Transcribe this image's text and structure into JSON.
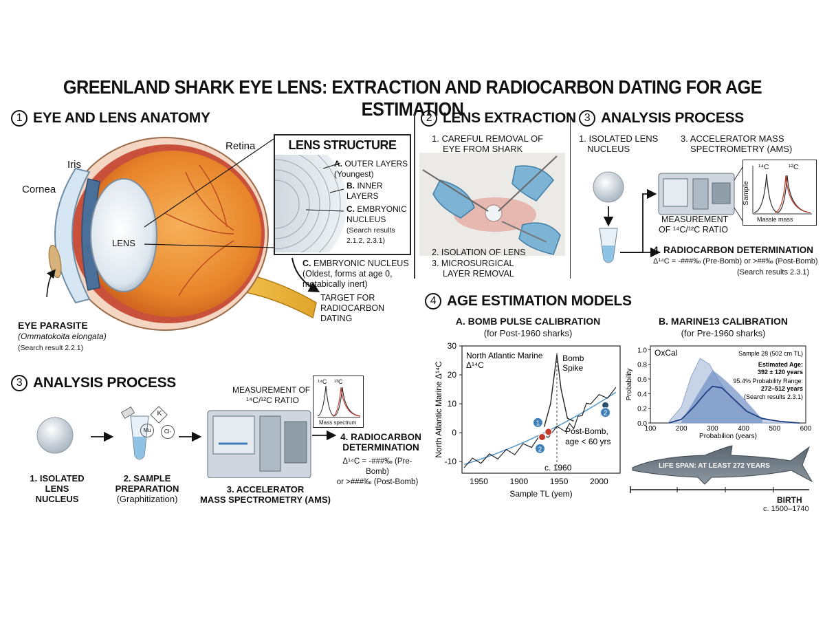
{
  "title": "GREENLAND SHARK EYE LENS: EXTRACTION AND RADIOCARBON DATING FOR AGE ESTIMATION",
  "sec1": {
    "num": "1",
    "title": "EYE AND LENS ANATOMY",
    "labels": {
      "retina": "Retina",
      "iris": "Iris",
      "cornea": "Cornea",
      "lens": "LENS"
    },
    "lens_structure": {
      "title": "LENS STRUCTURE",
      "a_key": "A.",
      "a_text": "OUTER LAYERS",
      "a_sub": "(Youngest)",
      "b_key": "B.",
      "b_text": "INNER",
      "b_text2": "LAYERS",
      "c_key": "C.",
      "c_text": "EMBRYONIC",
      "c_text2": "NUCLEUS",
      "c_sub": "(Search results",
      "c_sub2": "2.1.2, 2.3.1)"
    },
    "nucleus_note": {
      "key": "C.",
      "text": "EMBRYONIC NUCLEUS",
      "sub1": "(Oldest, forms at age 0,",
      "sub2": "metabically inert)"
    },
    "target": [
      "TARGET FOR",
      "RADIOCARBON",
      "DATING"
    ],
    "parasite": {
      "title": "EYE PARASITE",
      "species": "(Ommatokoita elongata)",
      "ref": "(Search result 2.2.1)"
    }
  },
  "sec2": {
    "num": "2",
    "title": "LENS EXTRACTION",
    "step1": [
      "1. CAREFUL REMOVAL OF",
      "EYE FROM SHARK"
    ],
    "step2": "2. ISOLATION OF LENS",
    "step3": [
      "3. MICROSURGICAL",
      "LAYER REMOVAL"
    ]
  },
  "sec3top": {
    "num": "3",
    "title": "ANALYSIS PROCESS",
    "step1": [
      "1. ISOLATED LENS",
      "NUCLEUS"
    ],
    "step3": [
      "3. ACCELERATOR MASS",
      "SPECTROMETRY (AMS)"
    ],
    "spectrum": {
      "c14": "¹⁴C",
      "c12": "¹²C",
      "ylabel": "Sample",
      "xlabel": "Massle mass"
    },
    "measurement": [
      "MEASUREMENT",
      "OF ¹⁴C/¹²C RATIO"
    ],
    "step4": "4. RADIOCARBON DETERMINATION",
    "formula": "Δ¹⁴C = -###‰ (Pre-Bomb) or >##‰ (Post-Bomb)",
    "ref": "(Search results 2.3.1)"
  },
  "sec3bottom": {
    "num": "3",
    "title": "ANALYSIS PROCESS",
    "step1": [
      "1. ISOLATED",
      "LENS NUCLEUS"
    ],
    "step2": [
      "2. SAMPLE",
      "PREPARATION"
    ],
    "step2_sub": "(Graphitization)",
    "chem": [
      "K",
      "Cl-",
      "Mu"
    ],
    "step3": [
      "3. ACCELERATOR",
      "MASS SPECTROMETRY (AMS)"
    ],
    "measurement": [
      "MEASUREMENT OF",
      "¹⁴C/¹²C RATIO"
    ],
    "spectrum": {
      "c14": "¹⁴C",
      "c12": "¹³C",
      "xlabel": "Mass spectrum"
    },
    "step4": [
      "4. RADIOCARBON",
      "DETERMINATION"
    ],
    "formula": [
      "Δ¹⁴C = -###‰ (Pre-Bomb)",
      "or >###‰ (Post-Bomb)"
    ]
  },
  "sec4": {
    "num": "4",
    "title": "AGE ESTIMATION MODELS",
    "a_title": "A.  BOMB PULSE CALIBRATION",
    "a_sub": "(for Post-1960 sharks)",
    "b_title": "B.  MARINE13 CALIBRATION",
    "b_sub": "(for Pre-1960 sharks)",
    "life_span": "LIFE SPAN: AT LEAST 272 YEARS",
    "birth": "BIRTH",
    "birth_range": "c. 1500–1740"
  },
  "chart_data": [
    {
      "type": "line",
      "title": "A.  BOMB PULSE CALIBRATION",
      "xlabel": "Sample TL (yem)",
      "ylabel": "North Atlantic Marine Δ¹⁴C",
      "inset_label": [
        "North Atlantic Marine",
        "Δ¹⁴C"
      ],
      "xlim": [
        1925,
        2000
      ],
      "ylim": [
        -14,
        30
      ],
      "xticks": [
        1950,
        1900,
        1950,
        2000
      ],
      "yticks": [
        30,
        20,
        10,
        0,
        -10
      ],
      "annotations": {
        "bomb": [
          "Bomb",
          "Spike"
        ],
        "post": [
          "Post-Bomb,",
          "age < 60 yrs"
        ],
        "c1960": "c. 1960"
      },
      "series": [
        {
          "x": [
            1926,
            1930,
            1934,
            1938,
            1942,
            1946,
            1950,
            1954,
            1958,
            1962,
            1966,
            1970,
            1974,
            1976,
            1978,
            1980,
            1982,
            1984,
            1986,
            1990,
            1994,
            1998
          ],
          "values": [
            -11,
            -10,
            -9.5,
            -8.5,
            -8,
            -7,
            -6.5,
            -5,
            -4,
            -2,
            -0.5,
            1,
            1.5,
            2,
            2.5,
            4.5,
            7,
            9,
            11,
            12,
            13,
            14.5
          ]
        }
      ],
      "spike": {
        "x": [
          1964,
          1967,
          1970,
          1972,
          1975,
          1978
        ],
        "values": [
          2,
          10,
          27,
          15,
          5,
          4
        ]
      },
      "markers": [
        {
          "x": 1966,
          "y": 0.3,
          "label": "",
          "color": "#c0392b"
        },
        {
          "x": 1963,
          "y": -1.5,
          "label": "",
          "color": "#c0392b"
        },
        {
          "x": 1961,
          "y": 3.5,
          "label": "1",
          "color": "#3d7fb8"
        },
        {
          "x": 1962,
          "y": -5.5,
          "label": "2",
          "color": "#3d7fb8"
        },
        {
          "x": 1993,
          "y": 9.5,
          "label": "",
          "color": "#2b4e6b"
        },
        {
          "x": 1993,
          "y": 7,
          "label": "2",
          "color": "#3d7fb8"
        }
      ]
    },
    {
      "type": "area",
      "title": "B.  MARINE13 CALIBRATION",
      "xlabel": "Probabilion (years)",
      "ylabel": "Probability",
      "inset_label": "OxCal",
      "xlim": [
        100,
        600
      ],
      "ylim": [
        0,
        1.05
      ],
      "xticks": [
        100,
        200,
        300,
        400,
        500,
        600
      ],
      "yticks": [
        0.0,
        0.2,
        0.4,
        0.6,
        0.8,
        1.0
      ],
      "annotations": {
        "sample": "Sample 28 (502 cm TL)",
        "est": "Estimated Age:",
        "est_val": "392 ± 120 years",
        "range": "95.4% Probability Range:",
        "range_val": "272–512 years",
        "ref": "(Search results 2.3.1)"
      },
      "series": [
        {
          "name": "outer",
          "x": [
            160,
            200,
            230,
            260,
            290,
            320,
            360,
            400,
            450,
            500,
            560
          ],
          "values": [
            0.02,
            0.22,
            0.62,
            0.88,
            0.8,
            0.58,
            0.34,
            0.18,
            0.08,
            0.03,
            0.01
          ]
        },
        {
          "name": "median",
          "x": [
            160,
            200,
            240,
            280,
            300,
            330,
            370,
            410,
            460,
            520,
            580
          ],
          "values": [
            0.0,
            0.05,
            0.22,
            0.42,
            0.5,
            0.48,
            0.32,
            0.16,
            0.06,
            0.02,
            0.0
          ]
        }
      ]
    }
  ]
}
